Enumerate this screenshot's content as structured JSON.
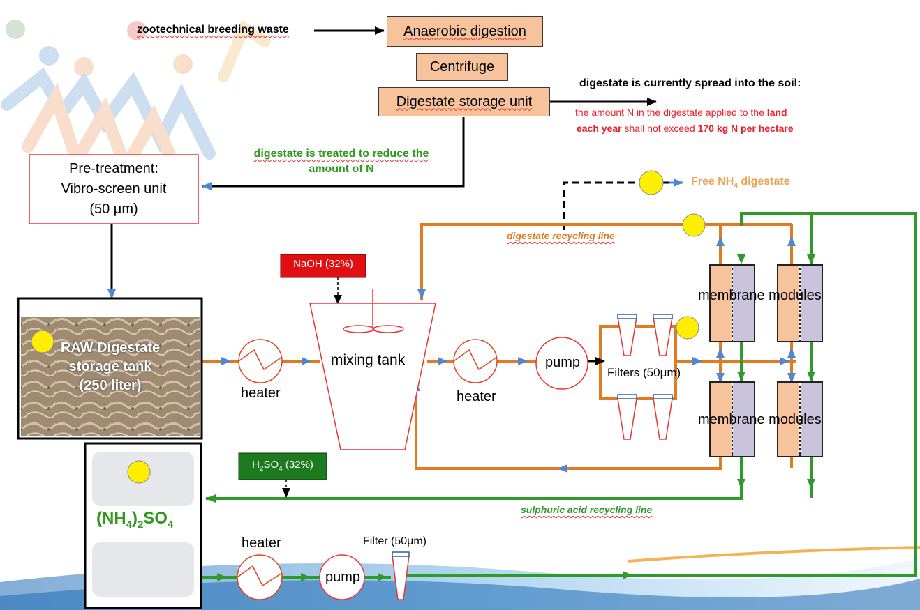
{
  "top": {
    "input_label": "zootechnical breeding waste",
    "anaerobic": "Anaerobic digestion",
    "centrifuge": "Centrifuge",
    "storage_unit": "Digestate storage unit"
  },
  "notes": {
    "spread_title": "digestate is currently spread into the soil:",
    "limit_a": "the amount N in the digestate applied to the",
    "limit_b": "land",
    "limit_c": "each year",
    "limit_d": "shall not exceed",
    "limit_e": "170 kg N per hectare",
    "treated_1": "digestate is treated to reduce the",
    "treated_2": "amount of N"
  },
  "pretreat": {
    "line1": "Pre-treatment:",
    "line2": "Vibro-screen unit",
    "line3": "(50 μm)"
  },
  "raw_tank": {
    "line1": "RAW Digestate",
    "line2": "storage tank",
    "line3": "(250 liter)"
  },
  "labels": {
    "heater": "heater",
    "pump": "pump",
    "mixing_tank": "mixing tank",
    "filters": "Filters (50μm)",
    "filter": "Filter (50μm)",
    "membrane_modules": "membrane modules",
    "free_nh4_a": "Free NH",
    "free_nh4_sub": "4",
    "free_nh4_b": " digestate",
    "recycle_line": "digestate recycling line",
    "acid_line": "sulphuric acid recycling line"
  },
  "chemicals": {
    "naoh": "NaOH (32%)",
    "h2so4_a": "H",
    "h2so4_sub1": "2",
    "h2so4_b": "SO",
    "h2so4_sub2": "4",
    "h2so4_c": " (32%)"
  },
  "product": {
    "a": "(NH",
    "sub1": "4",
    "b": ")",
    "sub2": "2",
    "c": "SO",
    "sub3": "4"
  },
  "colors": {
    "orange_line": "#e07b22",
    "green_line": "#2e9a2a",
    "box_fill": "#f7c39c",
    "membrane_purple": "#c9c3dc",
    "red_text": "#e8202a",
    "green_text": "#2f9a1e",
    "naoh_fill": "#e01010",
    "h2so4_fill": "#1e7a1e",
    "marker_yellow": "#ffee00",
    "arrow_blue": "#4f86d6"
  }
}
